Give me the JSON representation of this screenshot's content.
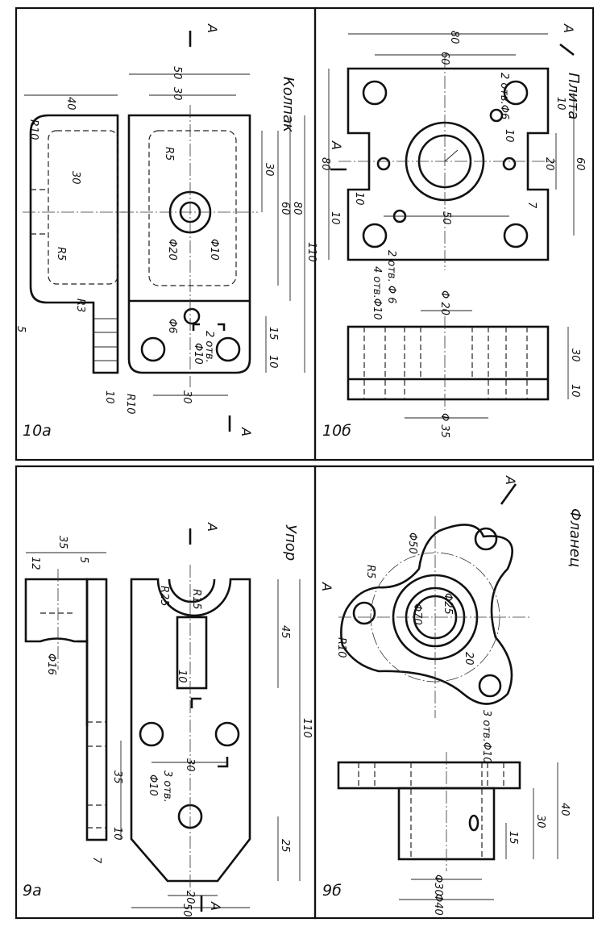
{
  "panels": {
    "p9a": {
      "number": "9а",
      "title": "Упор",
      "section_mark": "А",
      "dims": {
        "d12": "12",
        "d35_top": "35",
        "d5": "5",
        "phi16": "Φ16",
        "d35_side": "35",
        "d10_side": "10",
        "d7": "7",
        "r25": "R25",
        "r15": "R15",
        "d10_slot": "10",
        "d45": "45",
        "d110": "110",
        "d25": "25",
        "phi10": "Φ10",
        "holes3": "3 отв.",
        "d30": "30",
        "d20": "20",
        "d50": "50"
      }
    },
    "p9b": {
      "number": "9б",
      "title": "Фланец",
      "section_mark": "А",
      "dims": {
        "phi50": "Φ50",
        "r5": "R5",
        "phi25": "Φ25",
        "phi70": "Φ70",
        "r10": "R10",
        "d20": "20",
        "holes": "3 отв.Φ10",
        "d15": "15",
        "d30": "30",
        "d40": "40",
        "phi30": "Φ30",
        "phi40": "Φ40"
      }
    },
    "p10a": {
      "number": "10а",
      "title": "Колпак",
      "section_mark": "А",
      "dims": {
        "d40": "40",
        "r10_top": "R10",
        "d30_side": "30",
        "r5_side": "R5",
        "r3": "R3",
        "d5": "5",
        "d10_side": "10",
        "d50": "50",
        "d30_top": "30",
        "r5": "R5",
        "phi20": "Φ20",
        "phi10": "Φ10",
        "d30_right": "30",
        "d60": "60",
        "d80": "80",
        "d110": "110",
        "phi6": "Φ6",
        "phi10_hole": "Φ10",
        "holes2": "2 отв.",
        "d15": "15",
        "d10_bottom": "10",
        "d30_bottom": "30",
        "r10": "R10"
      }
    },
    "p10b": {
      "number": "10б",
      "title": "Плита",
      "section_mark": "А",
      "dims": {
        "d80_top": "80",
        "d60_top": "60",
        "d80_left": "80",
        "holes_phi6_top": "2 отв.Φ6",
        "d10_right": "10",
        "d10_mid": "10",
        "d20": "20",
        "d60_right": "60",
        "d7": "7",
        "d50": "50",
        "d10_a": "10",
        "d10_b": "10",
        "holes_phi10": "4 отв.Φ10",
        "holes_phi6": "2 отв. Φ 6",
        "phi20": "Φ 20",
        "d30": "30",
        "d10_low": "10",
        "phi35": "Φ 35"
      }
    }
  }
}
